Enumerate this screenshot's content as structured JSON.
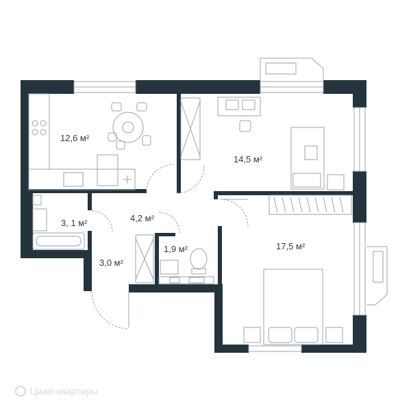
{
  "colors": {
    "wall": "#24343d",
    "line": "#9aa3aa",
    "accent": "#4a5a66"
  },
  "rooms": {
    "kitchen": {
      "area": "12,6 м²"
    },
    "bedroom1": {
      "area": "14,5 м²"
    },
    "bathroom": {
      "area": "3, 1 м²"
    },
    "hall": {
      "area": "4,2 м²"
    },
    "wc": {
      "area": "1,9 м²"
    },
    "entrance": {
      "area": "3,0 м²"
    },
    "bedroom2": {
      "area": "17,5 м²"
    }
  },
  "watermark": {
    "text": "Циан-квартиры",
    "icon": "logo-circle-icon"
  }
}
